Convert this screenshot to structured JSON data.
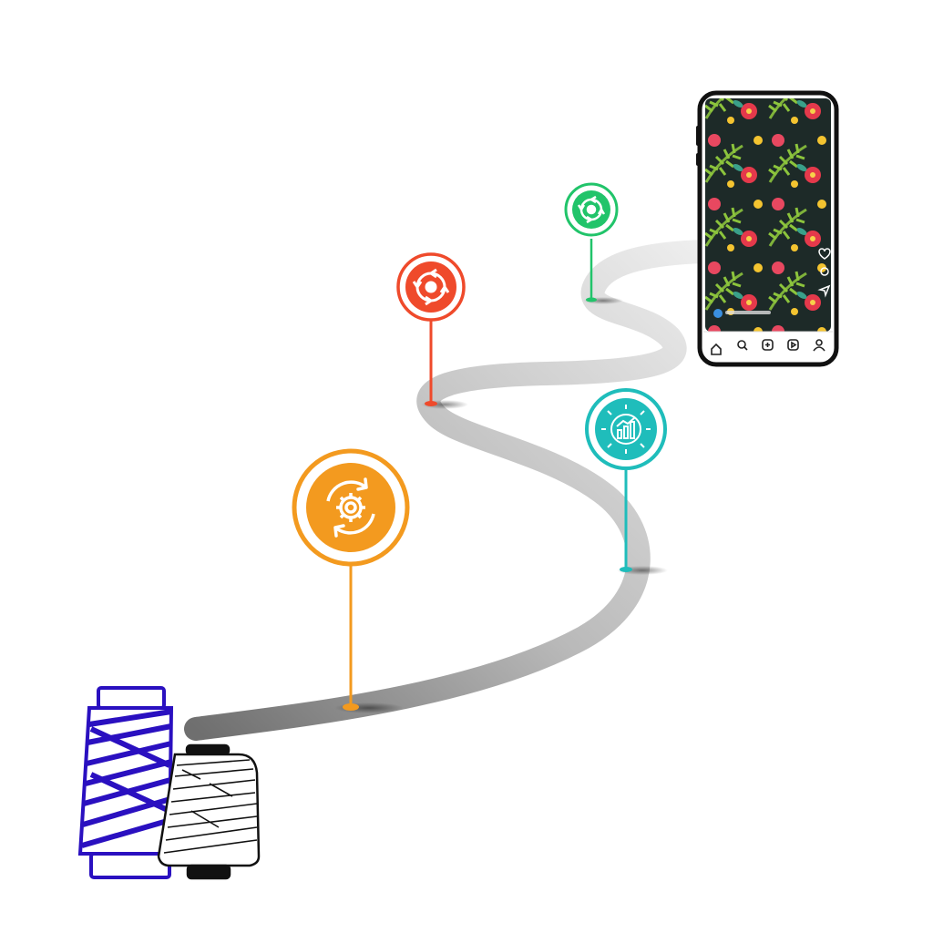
{
  "colors": {
    "background": "#ffffff",
    "path_light": "#e6e6e6",
    "path_dark": "#7d7d7d",
    "cone_blue": "#2a10c0",
    "cone_black": "#111111",
    "phone_frame": "#111111"
  },
  "milestones": [
    {
      "icon": "gear-cycle-icon",
      "color": "#f39a1f"
    },
    {
      "icon": "recycle-arrows-icon",
      "color": "#ef4a2b"
    },
    {
      "icon": "recycle-arrows-icon",
      "color": "#21c46a"
    },
    {
      "icon": "growth-chart-icon",
      "color": "#1fbdbb"
    }
  ],
  "phone": {
    "screen": "floral-print-pattern",
    "nav_icons": [
      "home-icon",
      "search-icon",
      "add-icon",
      "reels-icon",
      "profile-icon"
    ],
    "side_icons": [
      "heart-icon",
      "comment-icon",
      "send-icon"
    ]
  },
  "spools": [
    "blue-thread-cone",
    "black-white-thread-cone"
  ]
}
